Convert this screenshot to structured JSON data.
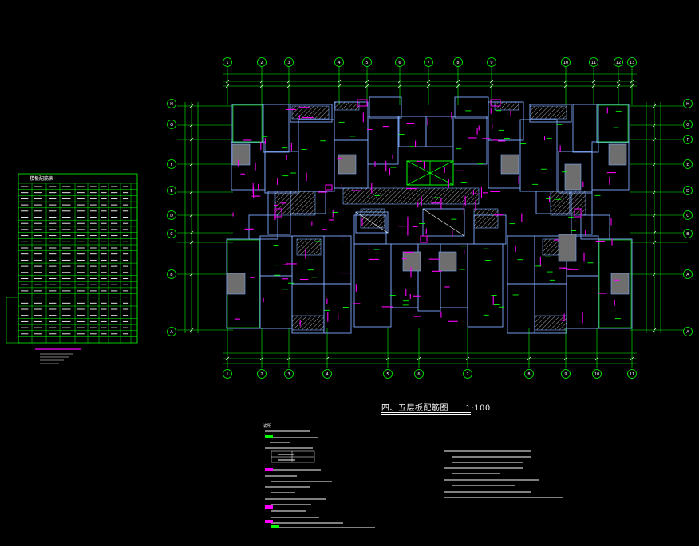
{
  "drawing": {
    "title": "四、五层板配筋图",
    "scale": "1:100"
  },
  "grid": {
    "top_bubbles": [
      "1",
      "2",
      "3",
      "4",
      "5",
      "6",
      "7",
      "8",
      "9",
      "10",
      "11",
      "12",
      "13"
    ],
    "left_bubbles": [
      "H",
      "G",
      "F",
      "E",
      "D",
      "C",
      "B",
      "A"
    ],
    "right_bubbles": [
      "H",
      "G",
      "F",
      "E",
      "D",
      "C",
      "B",
      "A"
    ],
    "bottom_bubbles": [
      "1",
      "2",
      "3",
      "4",
      "5",
      "6",
      "7",
      "8",
      "9",
      "10",
      "11"
    ]
  },
  "legend_table": {
    "title": "楼板配筋表"
  },
  "notes": {
    "heading": "说明"
  },
  "colors": {
    "background": "#000000",
    "grid": "#00ff00",
    "wall": "#7faaff",
    "rebar": "#ff00ff",
    "hatch": "#cfcfcf",
    "text": "#ffffff",
    "slab_fill": "#6e6e6e"
  }
}
